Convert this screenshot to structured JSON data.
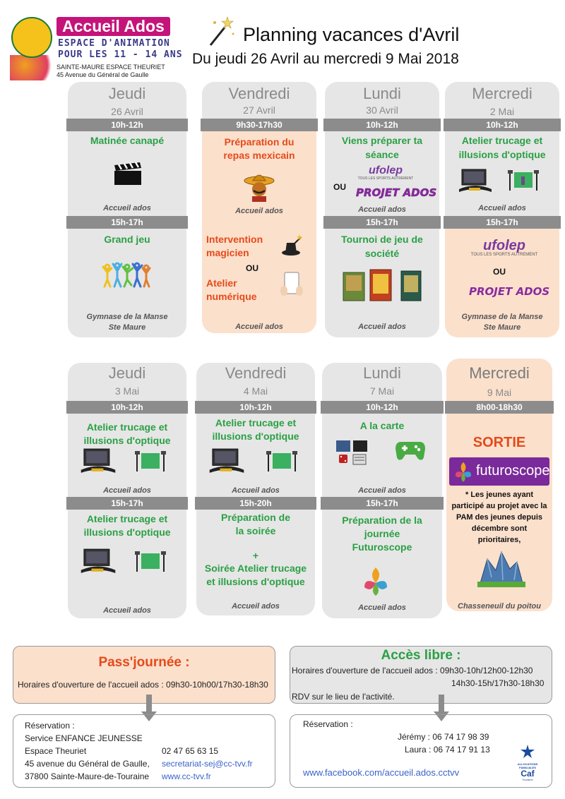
{
  "header": {
    "logo": {
      "title": "Accueil Ados",
      "line1": "ESPACE D'ANIMATION",
      "line2": "POUR LES 11 - 14 ANS",
      "line3": "SAINTE-MAURE ESPACE THEURIET",
      "line4": "45 Avenue du Général de Gaulle"
    },
    "title": "Planning vacances d'Avril",
    "subtitle": "Du jeudi 26 Avril au mercredi 9 Mai 2018"
  },
  "week1": [
    {
      "day": "Jeudi",
      "date": "26 Avril",
      "bg": "gray",
      "morning": {
        "time": "10h-12h",
        "activity": "Matinée canapé",
        "place": "Accueil ados",
        "icon": "clapperboard-icon"
      },
      "afternoon": {
        "time": "15h-17h",
        "activity": "Grand jeu",
        "place_l1": "Gymnase de la Manse",
        "place_l2": "Ste Maure",
        "icon": "dancers-icon"
      }
    },
    {
      "day": "Vendredi",
      "date": "27 Avril",
      "bg": "peach",
      "morning": {
        "time": "9h30-17h30",
        "activity_l1": "Préparation du",
        "activity_l2": "repas mexicain",
        "place": "Accueil ados",
        "icon": "sombrero-icon"
      },
      "afternoon": {
        "activity_a_l1": "Intervention",
        "activity_a_l2": "magicien",
        "or": "OU",
        "activity_b_l1": "Atelier",
        "activity_b_l2": "numérique",
        "place": "Accueil ados",
        "icons": [
          "magic-hat-icon",
          "tablet-icon"
        ]
      }
    },
    {
      "day": "Lundi",
      "date": "30 Avril",
      "bg": "gray",
      "morning": {
        "time": "10h-12h",
        "activity_l1": "Viens préparer ta",
        "activity_l2": "séance",
        "or": "OU",
        "logo_a": "ufolep",
        "logo_a_sub": "TOUS LES SPORTS AUTREMENT",
        "logo_b": "PROJET ADOS",
        "place": "Accueil ados"
      },
      "afternoon": {
        "time": "15h-17h",
        "activity_l1": "Tournoi de jeu de",
        "activity_l2": "société",
        "place": "Accueil ados",
        "icon": "board-games-icon"
      }
    },
    {
      "day": "Mercredi",
      "date": "2 Mai",
      "bg": "peach",
      "morning": {
        "time": "10h-12h",
        "activity_l1": "Atelier trucage et",
        "activity_l2": "illusions d'optique",
        "place": "Accueil ados",
        "icons": [
          "video-editing-icon",
          "green-screen-icon"
        ]
      },
      "afternoon": {
        "time": "15h-17h",
        "logo_a": "ufolep",
        "logo_a_sub": "TOUS LES SPORTS AUTREMENT",
        "or": "OU",
        "logo_b": "PROJET ADOS",
        "place_l1": "Gymnase de la Manse",
        "place_l2": "Ste Maure"
      }
    }
  ],
  "week2": [
    {
      "day": "Jeudi",
      "date": "3 Mai",
      "bg": "gray",
      "morning": {
        "time": "10h-12h",
        "activity_l1": "Atelier trucage et",
        "activity_l2": "illusions d'optique",
        "place": "Accueil ados"
      },
      "afternoon": {
        "time": "15h-17h",
        "activity_l1": "Atelier trucage et",
        "activity_l2": "illusions d'optique",
        "place": "Accueil ados"
      }
    },
    {
      "day": "Vendredi",
      "date": "4 Mai",
      "bg": "gray",
      "morning": {
        "time": "10h-12h",
        "activity_l1": "Atelier trucage et",
        "activity_l2": "illusions d'optique",
        "place": "Accueil ados"
      },
      "afternoon": {
        "time": "15h-20h",
        "activity_l1": "Préparation de",
        "activity_l2": "la soirée",
        "plus": "+",
        "activity_l3": "Soirée Atelier trucage",
        "activity_l4": "et illusions d'optique",
        "place": "Accueil ados"
      }
    },
    {
      "day": "Lundi",
      "date": "7 Mai",
      "bg": "gray",
      "morning": {
        "time": "10h-12h",
        "activity": "A la carte",
        "place": "Accueil ados",
        "icons": [
          "games-collage-icon",
          "gamepad-icon"
        ]
      },
      "afternoon": {
        "time": "15h-17h",
        "activity_l1": "Préparation de la",
        "activity_l2": "journée",
        "activity_l3": "Futuroscope",
        "place": "Accueil ados",
        "icon": "futuroscope-logo-icon"
      }
    },
    {
      "day": "Mercredi",
      "date": "9 Mai",
      "bg": "peach",
      "time": "8h00-18h30",
      "sortie": "SORTIE",
      "brand": "futuroscope",
      "note_l1": "* Les jeunes ayant",
      "note_l2": "participé au projet avec la",
      "note_l3": "PAM des jeunes depuis",
      "note_l4": "décembre sont",
      "note_l5": "prioritaires,",
      "place": "Chasseneuil du poitou",
      "icon": "futuroscope-building-icon"
    }
  ],
  "pass": {
    "title": "Pass'journée :",
    "hours": "Horaires d'ouverture de l'accueil ados : 09h30-10h00/17h30-18h30"
  },
  "acces": {
    "title": "Accès libre :",
    "hours_l1": "Horaires d'ouverture de l'accueil ados : 09h30-10h/12h00-12h30",
    "hours_l2": "14h30-15h/17h30-18h30",
    "rdv": "RDV sur le lieu de l'activité."
  },
  "reservation1": {
    "label": "Réservation :",
    "l1": "Service ENFANCE JEUNESSE",
    "l2": "Espace Theuriet",
    "l3": "45 avenue du Général de Gaulle,",
    "l4": "37800 Sainte-Maure-de-Touraine",
    "phone": "02 47 65 63 15",
    "email": "secretariat-sej@cc-tvv.fr",
    "web": "www.cc-tvv.fr"
  },
  "reservation2": {
    "label": "Réservation :",
    "contact1": "Jérémy : 06 74 17 98 39",
    "contact2": "Laura : 06 74 17 91 13",
    "facebook": "www.facebook.com/accueil.ados.cctvv",
    "caf_l1": "ALLOCATIONS",
    "caf_l2": "FAMILIALES",
    "caf_l3": "Caf",
    "caf_l4": "Touraine"
  },
  "colors": {
    "green": "#2aa044",
    "red": "#e64a1a",
    "gray_card": "#e6e6e6",
    "peach_card": "#fbe0cc",
    "time_bar": "#8c8c8c",
    "logo_pink": "#c4147a"
  }
}
